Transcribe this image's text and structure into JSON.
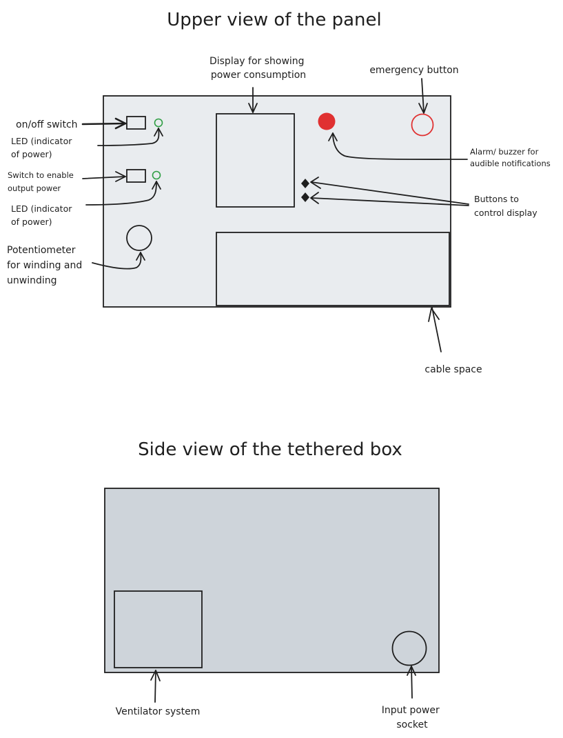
{
  "upper": {
    "title": "Upper view of the panel",
    "labels": {
      "display": [
        "Display for showing",
        "power consumption"
      ],
      "emergency": [
        "emergency button"
      ],
      "onoff": [
        "on/off switch"
      ],
      "led1": [
        "LED (indicator",
        "of power)"
      ],
      "switch_enable": [
        "Switch to enable",
        "output power"
      ],
      "led2": [
        "LED (indicator",
        "of power)"
      ],
      "potentiometer": [
        "Potentiometer",
        "for winding and",
        "unwinding"
      ],
      "alarm": [
        "Alarm/ buzzer for",
        "audible notifications"
      ],
      "buttons": [
        "Buttons to",
        "control display"
      ],
      "cable": [
        "cable space"
      ]
    },
    "colors": {
      "panel_fill": "#e9ecef",
      "led": "#2f9e44",
      "alarm": "#e03131",
      "emergency": "#e03131"
    }
  },
  "side": {
    "title": "Side view of the tethered box",
    "labels": {
      "ventilator": [
        "Ventilator system"
      ],
      "socket": [
        "Input power",
        "socket"
      ]
    },
    "colors": {
      "box_fill": "#ced4da"
    }
  }
}
